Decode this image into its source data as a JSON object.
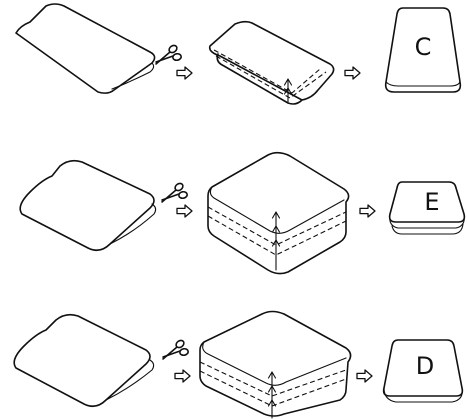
{
  "rows": [
    {
      "result_label": "C"
    },
    {
      "result_label": "E"
    },
    {
      "result_label": "D"
    }
  ]
}
